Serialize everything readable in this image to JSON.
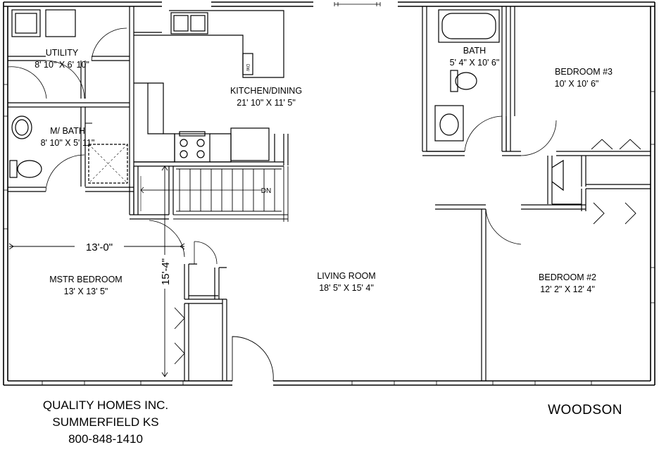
{
  "rooms": {
    "utility": {
      "name": "UTILITY",
      "size": "8' 10\" X 6' 10\""
    },
    "kitchen": {
      "name": "KITCHEN/DINING",
      "size": "21' 10\" X 11' 5\""
    },
    "bath": {
      "name": "BATH",
      "size": "5' 4\" X 10' 6\""
    },
    "bedroom3": {
      "name": "BEDROOM #3",
      "size": "10' X 10' 6\""
    },
    "mbath": {
      "name": "M/ BATH",
      "size": "8' 10\" X 5' 11\""
    },
    "mstr": {
      "name": "MSTR BEDROOM",
      "size": "13' X 13' 5\""
    },
    "living": {
      "name": "LIVING ROOM",
      "size": "18' 5\" X 15' 4\""
    },
    "bedroom2": {
      "name": "BEDROOM #2",
      "size": "12' 2\" X 12' 4\""
    }
  },
  "dimensions": {
    "width": "13'-0\"",
    "height": "15'-4\""
  },
  "stairs": {
    "direction": "DN"
  },
  "appliance": {
    "dw": "DW"
  },
  "footer": {
    "company": "QUALITY HOMES INC.",
    "location": "SUMMERFIELD  KS",
    "phone": "800-848-1410",
    "model": "WOODSON"
  },
  "colors": {
    "line": "#000000",
    "background": "#ffffff"
  }
}
